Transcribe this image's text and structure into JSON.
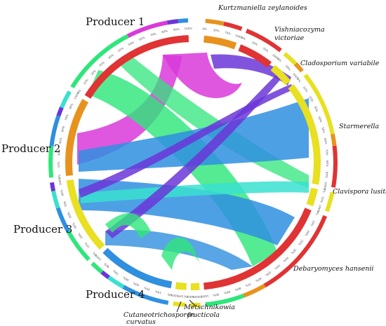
{
  "producers": [
    {
      "label": "Producer 1",
      "color": "#e8d5e0"
    },
    {
      "label": "Producer 2",
      "color": "#e8d5e0"
    },
    {
      "label": "Producer 3",
      "color": "#e8d5e0"
    },
    {
      "label": "Producer 4",
      "color": "#e8d5e0"
    }
  ],
  "taxa": [
    {
      "label": "Kurtzmaniella zeylanoides"
    },
    {
      "label_line1": "Vishniacozyma",
      "label_line2": "victoriae"
    },
    {
      "label": "Cladosporium variabile"
    },
    {
      "label": "Starmerella"
    },
    {
      "label": "Clavispora lusitaniae"
    },
    {
      "label": "Debaryomyces hansenii"
    },
    {
      "label_line1": "Cutaneotrichosporon",
      "label_line2": "curvatus"
    },
    {
      "label_line1": "Metschnikowia",
      "label_line2": "fructicola"
    }
  ],
  "ticks": [
    "0%",
    "10%",
    "20%",
    "30%",
    "40%",
    "50%",
    "60%",
    "70%",
    "80%",
    "90%",
    "100%"
  ],
  "colors": {
    "green": "#2ee67a",
    "magenta": "#d93ad9",
    "blue": "#2f8fe0",
    "purple": "#6b36d8",
    "cyan": "#3ae0d0",
    "red": "#e03333",
    "orange": "#e8921e",
    "yellow": "#e8e020"
  }
}
